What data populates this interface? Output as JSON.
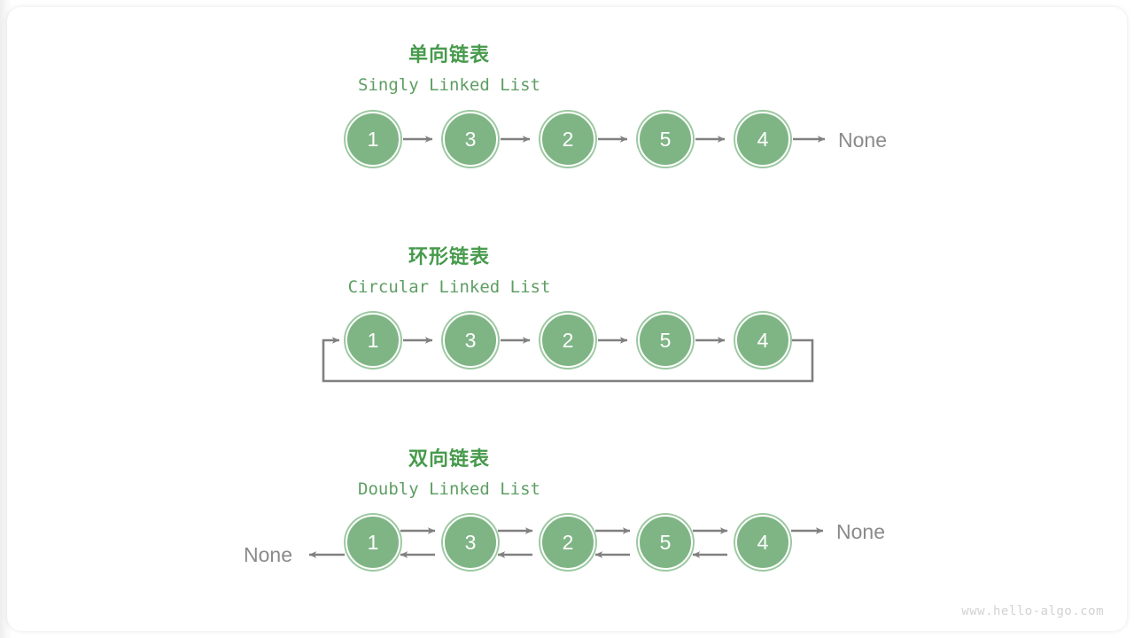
{
  "page": {
    "background": "#ffffff",
    "card_background": "#ffffff",
    "watermark": "www.hello-algo.com"
  },
  "colors": {
    "node_fill": "#7FB585",
    "node_ring": "#9CC9A1",
    "node_text": "#ffffff",
    "title_cn": "#479A4C",
    "title_en": "#5E9E63",
    "arrow": "#808080",
    "none_text": "#8A8A8A",
    "watermark": "#D2D2D2"
  },
  "sections": [
    {
      "id": "singly",
      "title_cn": "单向链表",
      "title_en": "Singly Linked List",
      "nodes": [
        {
          "value": "1"
        },
        {
          "value": "3"
        },
        {
          "value": "2"
        },
        {
          "value": "5"
        },
        {
          "value": "4"
        }
      ],
      "tail_label": "None",
      "head_label": null,
      "circular": false,
      "bidirectional": false
    },
    {
      "id": "circular",
      "title_cn": "环形链表",
      "title_en": "Circular Linked List",
      "nodes": [
        {
          "value": "1"
        },
        {
          "value": "3"
        },
        {
          "value": "2"
        },
        {
          "value": "5"
        },
        {
          "value": "4"
        }
      ],
      "tail_label": null,
      "head_label": null,
      "circular": true,
      "bidirectional": false
    },
    {
      "id": "doubly",
      "title_cn": "双向链表",
      "title_en": "Doubly Linked List",
      "nodes": [
        {
          "value": "1"
        },
        {
          "value": "3"
        },
        {
          "value": "2"
        },
        {
          "value": "5"
        },
        {
          "value": "4"
        }
      ],
      "tail_label": "None",
      "head_label": "None",
      "circular": false,
      "bidirectional": true
    }
  ]
}
